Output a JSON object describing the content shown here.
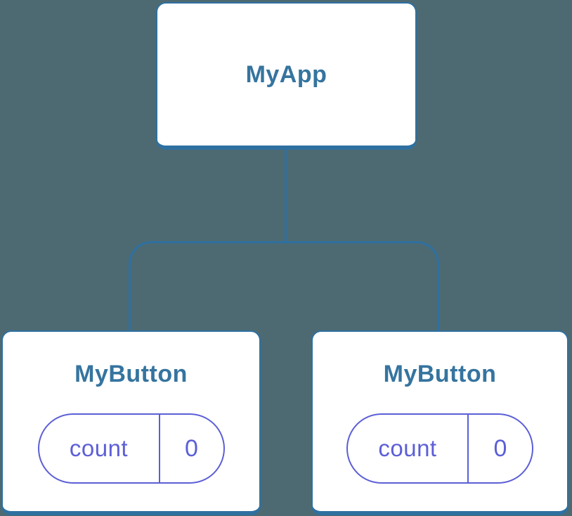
{
  "colors": {
    "background": "#4d6a73",
    "node_border_blue": "#2e70a0",
    "label_blue": "#35749f",
    "state_purple": "#5c5fd6",
    "card_white": "#ffffff"
  },
  "tree": {
    "root": {
      "label": "MyApp"
    },
    "children": [
      {
        "label": "MyButton",
        "state": {
          "key": "count",
          "value": "0"
        }
      },
      {
        "label": "MyButton",
        "state": {
          "key": "count",
          "value": "0"
        }
      }
    ]
  }
}
